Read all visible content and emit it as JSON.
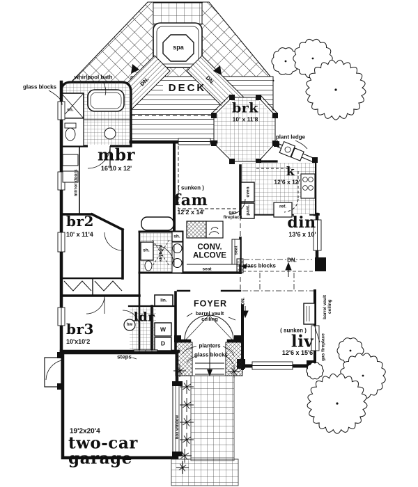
{
  "rooms": {
    "mbr": {
      "name": "mbr",
      "dims": "16'10 x 12'"
    },
    "brk": {
      "name": "brk",
      "dims": "10' x 11'8"
    },
    "fam": {
      "name": "fam",
      "dims": "12'2 x 14'",
      "prefix": "( sunken )"
    },
    "kitchen": {
      "name": "k",
      "dims": "12'6 x 12'"
    },
    "din": {
      "name": "din",
      "dims": "13'6 x 10'"
    },
    "br2": {
      "name": "br2",
      "dims": "10' x 11'4"
    },
    "br3": {
      "name": "br3",
      "dims": "10'x10'2"
    },
    "liv": {
      "name": "liv",
      "dims": "12'6 x 15'6",
      "prefix": "( sunken )"
    },
    "garage": {
      "dims": "19'2x20'4",
      "name_line1": "two-car",
      "name_line2": "garage"
    },
    "foyer": {
      "name": "FOYER",
      "note": "barrel vault ceiling"
    },
    "alcove": {
      "name": "CONV. ALCOVE"
    },
    "laundry": {
      "name": "ldr"
    }
  },
  "outdoor": {
    "spa": "spa",
    "deck": "DECK",
    "dn": "DN.",
    "plant_ledge": "plant ledge",
    "planters": "planters",
    "steps": "steps",
    "box_window": "box window"
  },
  "fixtures": {
    "whirlpool_bath": "whirlpool bath",
    "glass_blocks": "glass blocks",
    "mirror_doors": "mirror doors",
    "shower": "sh.",
    "skylight": "skylight",
    "gas_fireplace": "gas fireplace",
    "seat": "seat",
    "oven": "oven",
    "pantry": "pant.",
    "fridge": "ref.",
    "linen": "lin.",
    "hot_water": "hw",
    "washer": "W",
    "dryer": "D",
    "barrel_vault_ceiling": "barrel vault ceiling"
  },
  "colors": {
    "ink": "#141414",
    "paper": "#ffffff"
  }
}
